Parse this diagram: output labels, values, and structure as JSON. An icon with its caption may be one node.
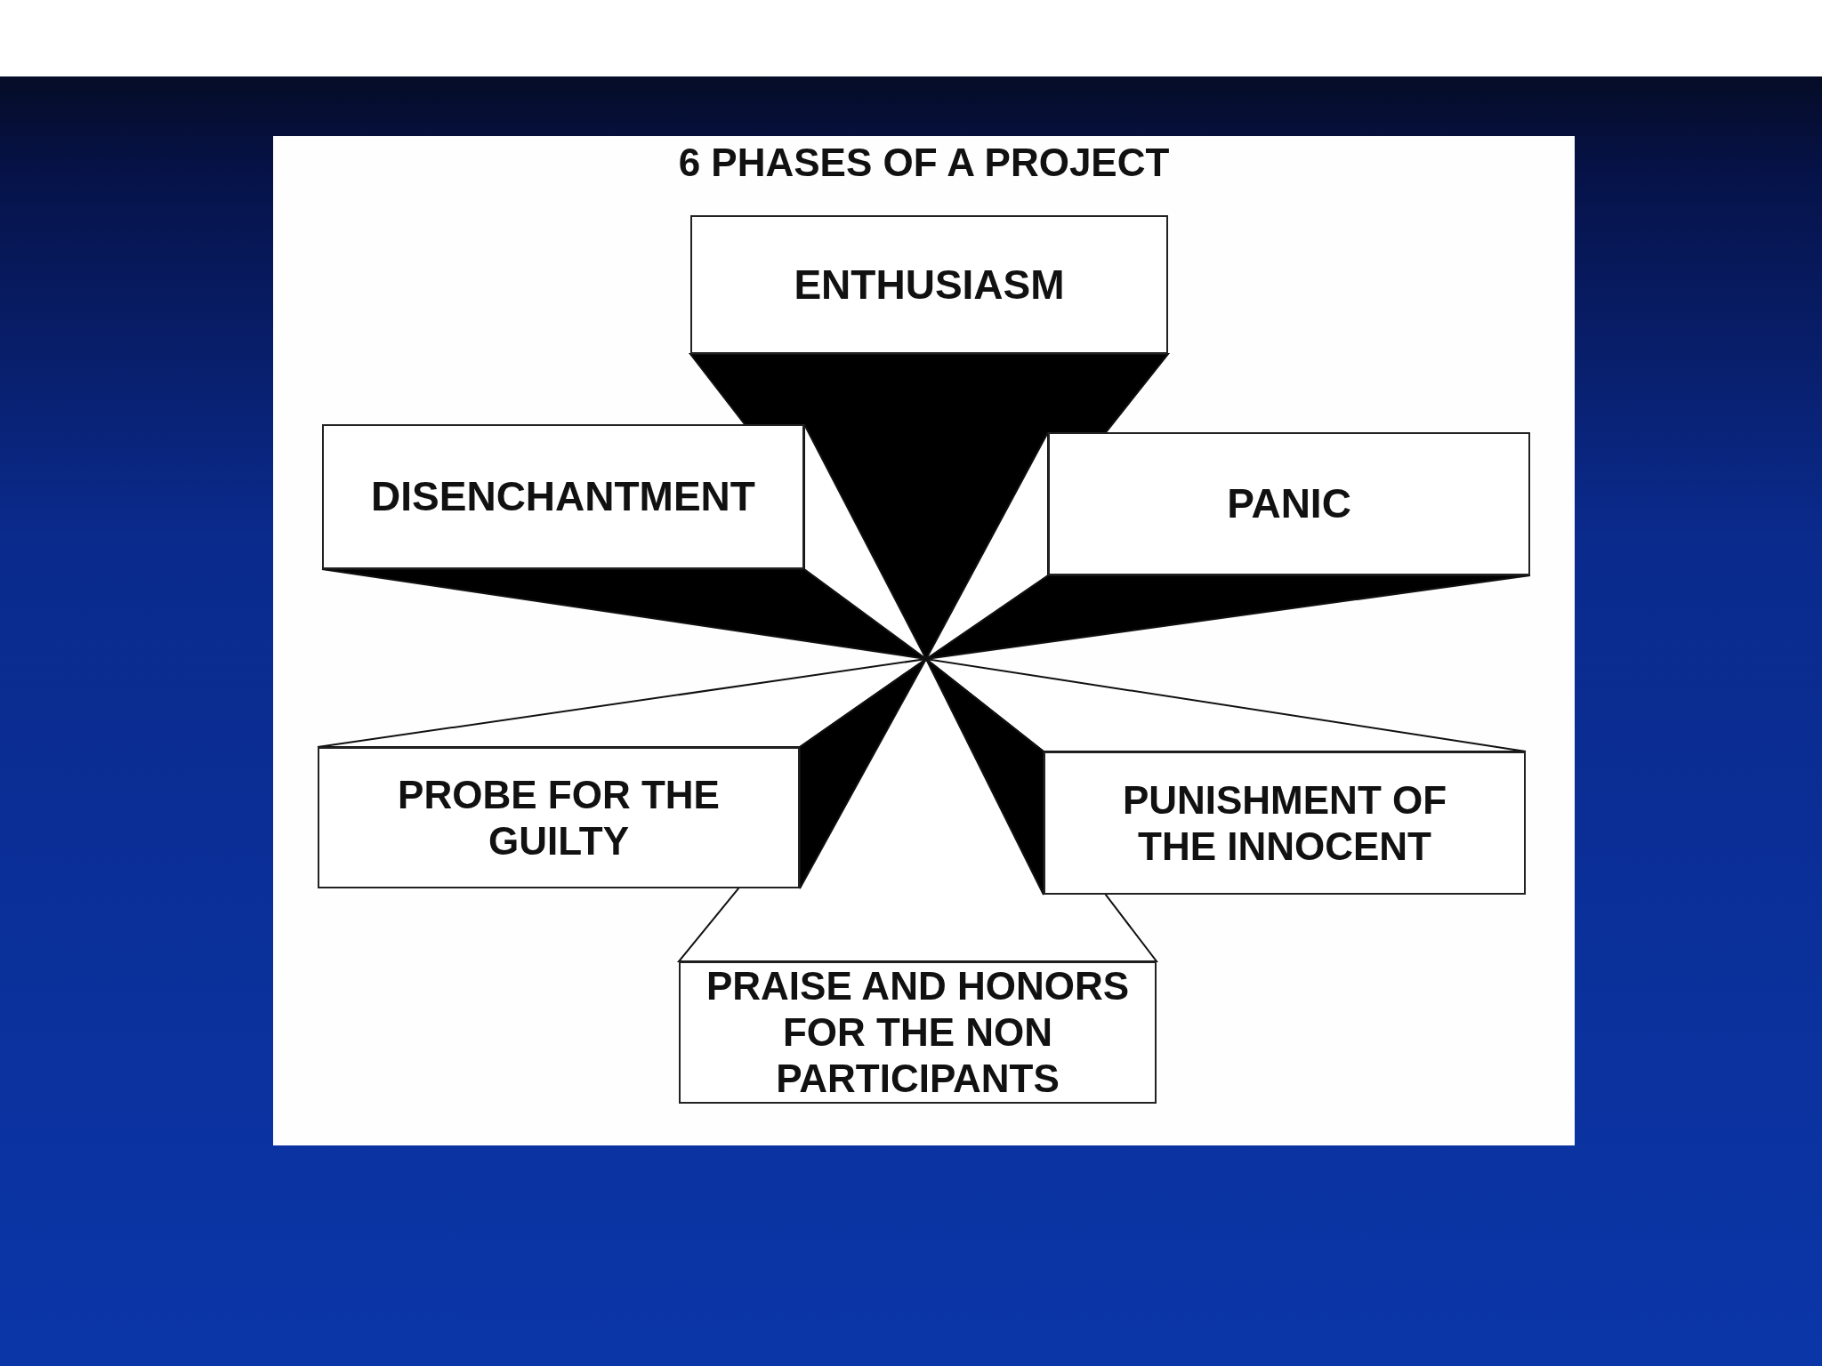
{
  "diagram": {
    "title": "6 PHASES OF A PROJECT",
    "nodes": [
      {
        "text": [
          "ENTHUSIASM"
        ]
      },
      {
        "text": [
          "DISENCHANTMENT"
        ]
      },
      {
        "text": [
          "PANIC"
        ]
      },
      {
        "text": [
          "PROBE FOR THE GUILTY"
        ]
      },
      {
        "text": [
          "PUNISHMENT OF THE INNOCENT"
        ]
      },
      {
        "text": [
          "PRAISE AND HONORS FOR THE NON PARTICIPANTS"
        ]
      }
    ]
  }
}
